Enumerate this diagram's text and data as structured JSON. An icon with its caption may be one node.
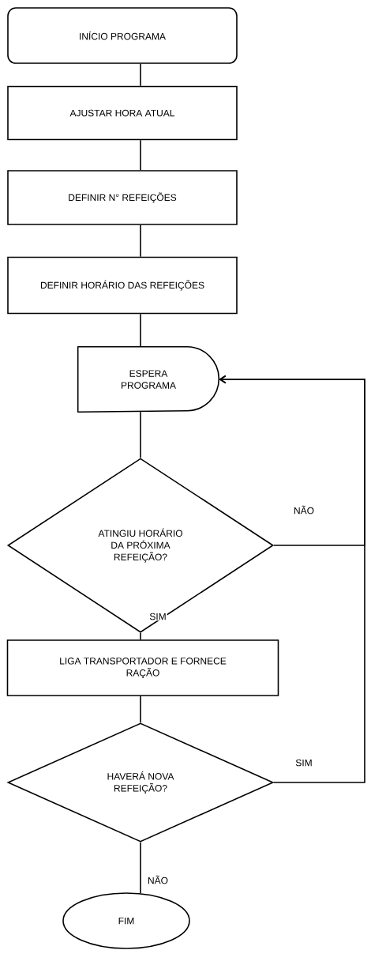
{
  "diagram": {
    "nodes": [
      {
        "text": [
          "INÍCIO PROGRAMA"
        ]
      },
      {
        "text": [
          "AJUSTAR HORA ATUAL"
        ]
      },
      {
        "text": [
          "DEFINIR N° REFEIÇÕES"
        ]
      },
      {
        "text": [
          "DEFINIR HORÁRIO DAS REFEIÇÕES"
        ]
      },
      {
        "text": [
          "ESPERA PROGRAMA"
        ]
      },
      {
        "text": [
          "ATINGIU HORÁRIO DA PRÓXIMA REFEIÇÃO?"
        ]
      },
      {
        "text": [
          "LIGA TRANSPORTADOR E FORNECE RAÇÃO"
        ]
      },
      {
        "text": [
          "HAVERÁ NOVA REFEIÇÃO?"
        ]
      },
      {
        "text": [
          "FIM"
        ]
      }
    ],
    "edges": [
      {
        "from": 0,
        "to": 1,
        "arrow": "none"
      },
      {
        "from": 1,
        "to": 2,
        "arrow": "none"
      },
      {
        "from": 2,
        "to": 3,
        "arrow": "none"
      },
      {
        "from": 3,
        "to": 4,
        "arrow": "none"
      },
      {
        "from": 4,
        "to": 5,
        "arrow": "none"
      },
      {
        "from": 5,
        "to": 6,
        "arrow": "none",
        "label": "SIM"
      },
      {
        "from": 6,
        "to": 7,
        "arrow": "none"
      },
      {
        "from": 7,
        "to": 8,
        "arrow": "none",
        "label": "NÃO"
      },
      {
        "from": 5,
        "to": 4,
        "arrow": "to",
        "label": "NÃO"
      },
      {
        "from": 7,
        "to": 4,
        "arrow": "to",
        "label": "SIM"
      }
    ]
  }
}
